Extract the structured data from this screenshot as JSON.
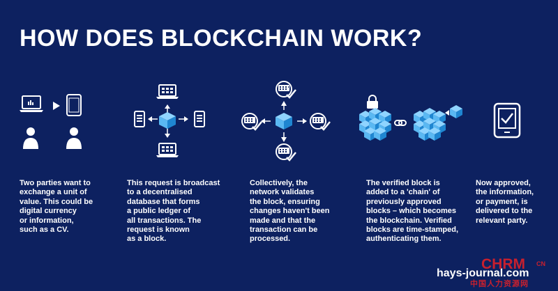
{
  "title": "HOW DOES BLOCKCHAIN WORK?",
  "colors": {
    "background": "#0d2160",
    "cube": "#2e9fe6",
    "cube_light": "#8fd4ff",
    "text": "#ffffff",
    "watermark": "#c8202e"
  },
  "steps": [
    {
      "icon": "two-parties-icon",
      "text": "Two parties want to\nexchange a unit of\nvalue. This could be\ndigital currency\nor information,\nsuch as a CV."
    },
    {
      "icon": "broadcast-network-icon",
      "text": "This request is broadcast\nto a decentralised\ndatabase that forms\na public ledger of\nall transactions. The\nrequest is known\nas a block."
    },
    {
      "icon": "network-validation-icon",
      "text": "Collectively, the\nnetwork validates\nthe block, ensuring\nchanges haven't been\nmade and that the\ntransaction can be\nprocessed."
    },
    {
      "icon": "chain-blocks-icon",
      "text": "The verified block is\nadded to a 'chain' of\npreviously approved\nblocks – which becomes\nthe blockchain. Verified\nblocks are time-stamped,\nauthenticating them."
    },
    {
      "icon": "approved-phone-icon",
      "text": "Now approved,\nthe information,\nor payment, is\ndelivered to the\nrelevant party."
    }
  ],
  "footer": {
    "site": "hays-journal.com"
  },
  "watermark": {
    "logo": "CHRM",
    "cn": "CN",
    "sub": "中国人力资源网"
  }
}
